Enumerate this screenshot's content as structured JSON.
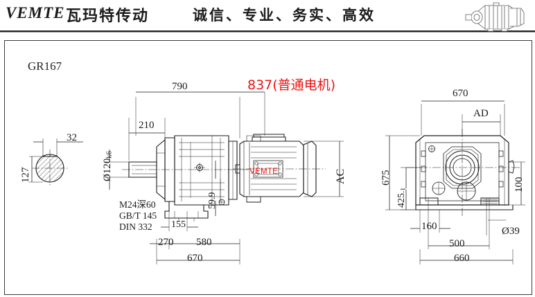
{
  "header": {
    "brand_latin": "VEMTE",
    "brand_cn": "瓦玛特传动",
    "slogan": "诚信、专业、务实、高效",
    "logo_icon": "gearbox-product-illustration-icon"
  },
  "drawing": {
    "part_code": "GR167",
    "red_annotation": "837(普通电机)",
    "motor_brand_label": "VEMTE",
    "shaft_note": {
      "line1": "M24深60",
      "line2": "GB/T 145",
      "line3": "DIN 332"
    },
    "dimensions": {
      "shaft_end_keyway_width": "32",
      "shaft_end_height": "127",
      "shaft_diameter": "Ø120",
      "shaft_diameter_tolerance": "k6",
      "shaft_length": "210",
      "overall_length_gearbox": "790",
      "overall_length_with_motor": "837(普通电机)",
      "foot_offset": "155",
      "foot_front": "270",
      "foot_span": "580",
      "base_length": "670",
      "center_height_offset": "59.9",
      "motor_height_label": "AC",
      "housing_width": "670",
      "fan_cover_label": "AD",
      "housing_height": "675",
      "center_height": "425",
      "center_height_tolerance": "-1",
      "flange_depth": "100",
      "foot_hole_offset": "160",
      "foot_hole_span": "500",
      "base_width": "660",
      "foot_hole_diameter": "Ø39"
    }
  },
  "colors": {
    "accent_red": "#ee1111",
    "line": "#1a1a1a",
    "frame": "#3a3a3a"
  }
}
